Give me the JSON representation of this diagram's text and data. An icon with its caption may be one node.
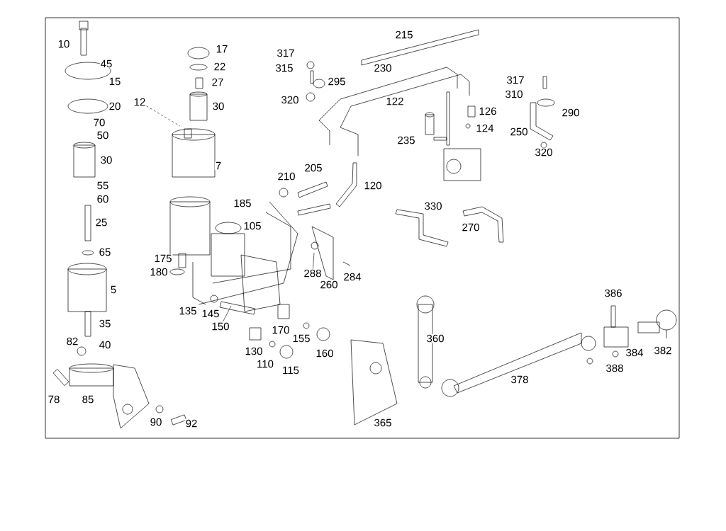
{
  "diagram": {
    "nodes": [
      {
        "text": [
          "12"
        ]
      },
      {
        "text": [
          "288"
        ]
      },
      {
        "text": [
          "150"
        ]
      }
    ],
    "edges": [
      {
        "from": 0,
        "to": null,
        "arrow": "none",
        "style": "dashed"
      },
      {
        "from": 1,
        "to": null,
        "arrow": "none"
      },
      {
        "from": 2,
        "to": null,
        "arrow": "none"
      }
    ],
    "labels": [
      "10",
      "45",
      "15",
      "20",
      "70",
      "50",
      "30",
      "55",
      "60",
      "25",
      "65",
      "5",
      "35",
      "40",
      "82",
      "78",
      "85",
      "90",
      "92",
      "17",
      "22",
      "27",
      "30",
      "7",
      "185",
      "105",
      "175",
      "180",
      "135",
      "145",
      "170",
      "155",
      "130",
      "160",
      "110",
      "115",
      "260",
      "284",
      "215",
      "317",
      "315",
      "295",
      "320",
      "230",
      "122",
      "126",
      "124",
      "235",
      "210",
      "205",
      "120",
      "330",
      "270",
      "317",
      "310",
      "290",
      "250",
      "320",
      "360",
      "365",
      "378",
      "386",
      "384",
      "382",
      "388"
    ]
  }
}
